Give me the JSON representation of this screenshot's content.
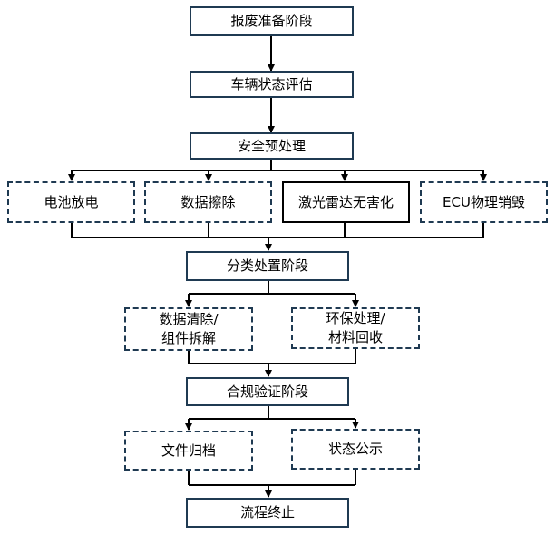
{
  "nodes": {
    "prep": "报废准备阶段",
    "eval": "车辆状态评估",
    "safety": "安全预处理",
    "battery": "电池放电",
    "wipe": "数据擦除",
    "lidar": "激光雷达无害化",
    "ecu": "ECU物理销毁",
    "classify": "分类处置阶段",
    "clean": "数据清除/\n组件拆解",
    "eco": "环保处理/\n材料回收",
    "compliance": "合规验证阶段",
    "archive": "文件归档",
    "publicize": "状态公示",
    "end": "流程终止"
  }
}
